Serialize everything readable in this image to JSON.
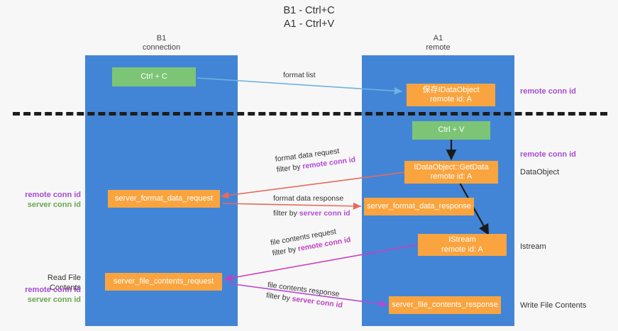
{
  "title": {
    "line1": "B1 - Ctrl+C",
    "line2": "A1 - Ctrl+V"
  },
  "lanes": [
    {
      "id": "b1",
      "name": "B1",
      "sub": "connection"
    },
    {
      "id": "a1",
      "name": "A1",
      "sub": "remote"
    }
  ],
  "colors": {
    "lane": "#4285d6",
    "box_orange": "#faa43f",
    "box_green": "#7cc576",
    "purple": "#a64dd0",
    "green_text": "#6aa84f",
    "arrow_blue": "#6fb3e0",
    "arrow_red": "#e8695c",
    "arrow_magenta": "#cc3dbb",
    "arrow_violet": "#b44ad0",
    "arrow_black": "#1a1a1a",
    "divider": "#1d1d1d"
  },
  "nodes": {
    "ctrl_c": {
      "label": "Ctrl + C",
      "kind": "green"
    },
    "idataobject": {
      "line1": "保存IDataObject",
      "line2": "remote id: A",
      "kind": "orange"
    },
    "ctrl_v": {
      "label": "Ctrl + V",
      "kind": "green"
    },
    "getdata": {
      "line1": "IDataObject::GetData",
      "line2": "remote id: A",
      "kind": "orange"
    },
    "server_format_data_request": {
      "label": "server_format_data_request",
      "kind": "orange"
    },
    "server_format_data_response": {
      "label": "server_format_data_response",
      "kind": "orange"
    },
    "istream": {
      "line1": "IStream",
      "line2": "remote id: A",
      "kind": "orange"
    },
    "server_file_contents_request": {
      "label": "server_file_contents_request",
      "kind": "orange"
    },
    "server_file_contents_response": {
      "label": "server_file_contents_response",
      "kind": "orange"
    }
  },
  "edge_labels": {
    "format_list": {
      "text": "format list"
    },
    "format_data_request": {
      "line1": "format data request",
      "prefix": "filter by ",
      "key": "remote conn id"
    },
    "format_data_response": {
      "line1": "format data response",
      "prefix": "filter by ",
      "key": "server conn id"
    },
    "file_contents_request": {
      "line1": "file contents request",
      "prefix": "filter by ",
      "key": "remote conn id"
    },
    "file_contents_response": {
      "line1": "file contents response",
      "prefix": "filter by ",
      "key": "server conn id"
    }
  },
  "annotations": {
    "right_top_conn": "remote conn id",
    "right_getdata_conn": "remote conn id",
    "dataobject": "DataObject",
    "istream": "Istream",
    "write_file_contents": "Write File Contents",
    "left_conn_remote": "remote conn id",
    "left_conn_server": "server conn id",
    "read_file_contents": "Read File Contents",
    "left_conn_remote2": "remote conn id",
    "left_conn_server2": "server conn id"
  }
}
